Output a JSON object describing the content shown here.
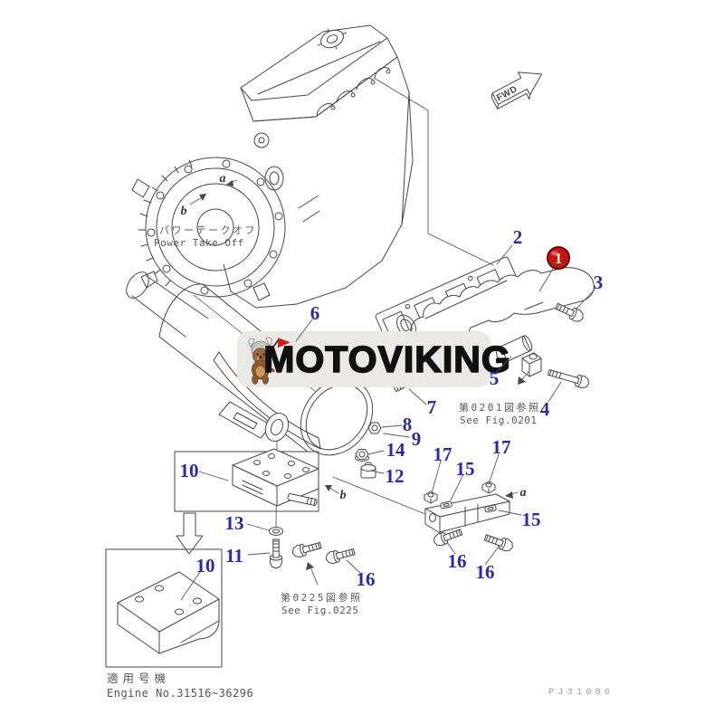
{
  "page": {
    "background": "#ffffff"
  },
  "watermark": {
    "text": "MOTOVIKING",
    "logo": "viking-dog-logo",
    "bg_color": "#ebe9e5",
    "text_color": "#101010"
  },
  "direction": {
    "label": "FWD"
  },
  "engine": {
    "pto_jp": "パワーテークオフ",
    "pto_en": "Power Take Off"
  },
  "notes": {
    "fig0201_jp": "第0201図参照",
    "fig0201_en": "See Fig.0201",
    "fig0225_jp": "第0225図参照",
    "fig0225_en": "See Fig.0225"
  },
  "applicability": {
    "label_jp": "適用号機",
    "label_en": "Engine No.31516~36296"
  },
  "marks": {
    "engine_a": "a",
    "engine_b": "b",
    "muffler_b": "b",
    "bracket_a": "a"
  },
  "callouts": {
    "p1": "1",
    "p2": "2",
    "p3": "3",
    "p4": "4",
    "p5": "5",
    "p6": "6",
    "p7": "7",
    "p8": "8",
    "p9": "9",
    "p10": "10",
    "p11": "11",
    "p12": "12",
    "p13": "13",
    "p14": "14",
    "p15": "15",
    "p16": "16",
    "p17": "17"
  },
  "drawing_code": "PJ31086",
  "colors": {
    "line": "#474747",
    "callout": "#2a2aa4",
    "badge_fill": "#c51515",
    "badge_stroke": "#6d0808",
    "badge_text": "#f4ead0",
    "note": "#5a5a5a",
    "footer": "#9d9d9d"
  }
}
